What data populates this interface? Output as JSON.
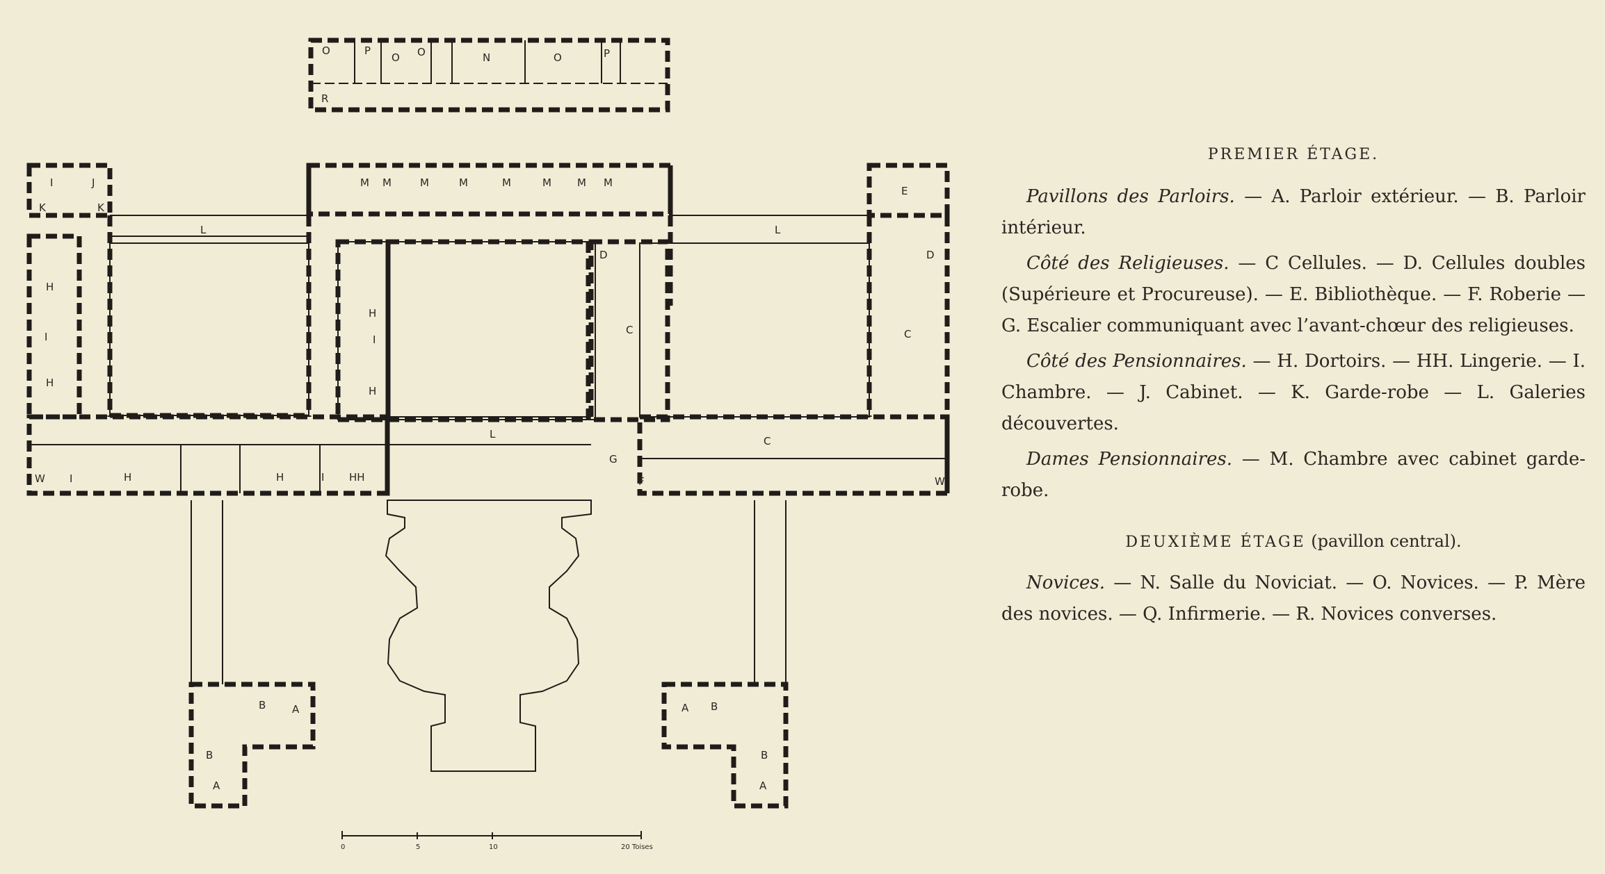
{
  "legend": {
    "heading1": "PREMIER ÉTAGE.",
    "p1_title": "Pavillons des Parloirs.",
    "p1_text": " — A. Parloir extérieur. — B. Parloir intérieur.",
    "p2_title": "Côté des Religieuses.",
    "p2_text": " — C Cellules. — D. Cellules doubles (Supérieure et Procureuse). — E. Bibliothèque. — F. Roberie — G. Escalier communiquant avec l’avant-chœur des religieuses.",
    "p3_title": "Côté des Pensionnaires.",
    "p3_text": " — H. Dortoirs. — HH. Lingerie. — I. Chambre. — J. Cabinet. — K. Garde-robe — L. Galeries découvertes.",
    "p4_title": "Dames Pensionnaires.",
    "p4_text": " — M. Chambre avec cabinet garde-robe.",
    "heading2_sc": "DEUXIÈME ÉTAGE",
    "heading2_rest": " (pavillon central).",
    "p5_title": "Novices.",
    "p5_text": " — N. Salle du Noviciat. — O. Novices. — P. Mère des novices. — Q. Infirmerie. — R. Novices converses."
  },
  "plan": {
    "labels": {
      "O1": "O",
      "P1": "P",
      "O2": "O",
      "O3": "O",
      "N": "N",
      "O4": "O",
      "P2": "P",
      "R": "R",
      "I1": "I",
      "J": "J",
      "K1": "K",
      "K2": "K",
      "L1": "L",
      "L2": "L",
      "L3": "L",
      "M1": "M",
      "M2": "M",
      "M3": "M",
      "M4": "M",
      "M5": "M",
      "M6": "M",
      "M7": "M",
      "M8": "M",
      "E": "E",
      "H1": "H",
      "I2": "I",
      "H2": "H",
      "H3": "H",
      "I3": "I",
      "H4": "H",
      "D1": "D",
      "C1": "C",
      "D2": "D",
      "C2": "C",
      "C3": "C",
      "G": "G",
      "F": "F",
      "W1": "W",
      "I4": "I",
      "H5": "H",
      "H6": "H",
      "I5": "I",
      "HH": "HH",
      "W2": "W",
      "B1": "B",
      "A1": "A",
      "B2": "B",
      "A2": "A",
      "A3": "A",
      "B3": "B",
      "B4": "B",
      "A4": "A"
    },
    "scale": {
      "t0": "0",
      "t1": "5",
      "t2": "10",
      "t3": "20 Toises"
    }
  }
}
